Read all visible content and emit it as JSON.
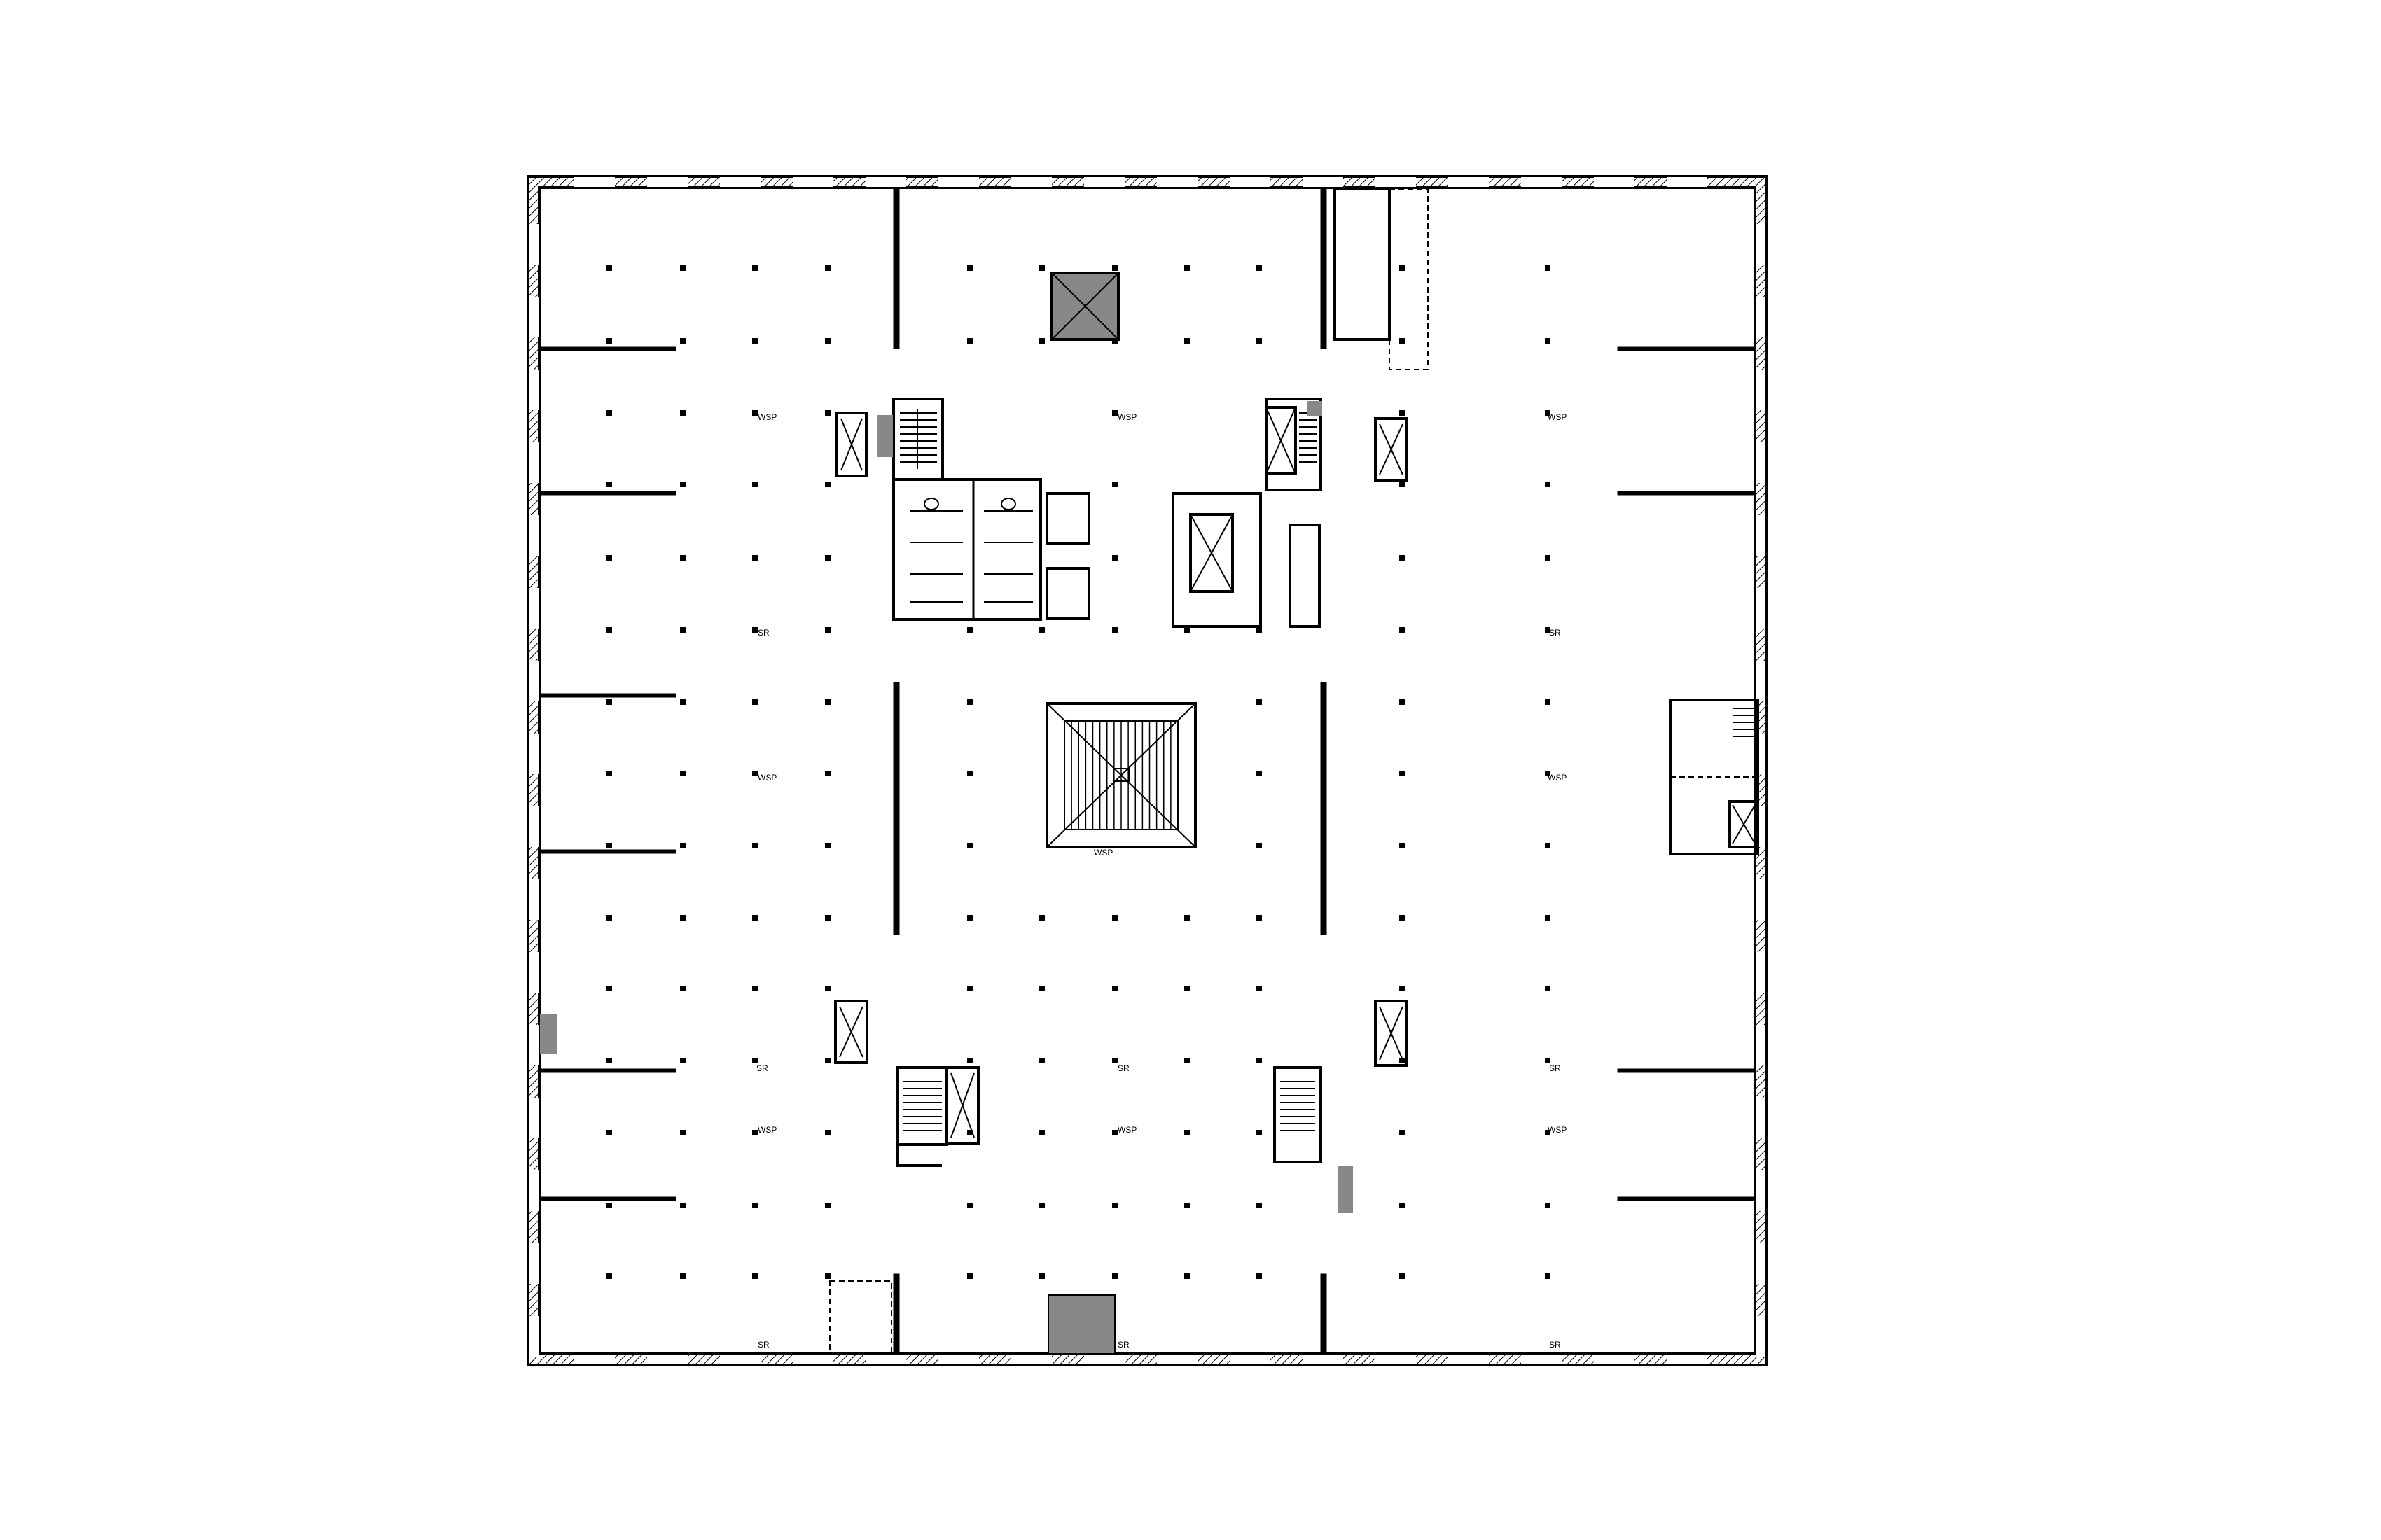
{
  "plan": {
    "colors": {
      "ink": "#000000",
      "fill": "#ffffff",
      "shade": "#888888",
      "hatch": "#000000"
    },
    "room_labels": [
      {
        "id": "wsp-nw",
        "text": "WSP"
      },
      {
        "id": "wsp-nc",
        "text": "WSP"
      },
      {
        "id": "wsp-ne",
        "text": "WSP"
      },
      {
        "id": "sr-w1",
        "text": "SR"
      },
      {
        "id": "sr-e1",
        "text": "SR"
      },
      {
        "id": "wsp-w2",
        "text": "WSP"
      },
      {
        "id": "wsp-e2",
        "text": "WSP"
      },
      {
        "id": "wsp-atrium",
        "text": "WSP"
      },
      {
        "id": "sr-w3",
        "text": "SR"
      },
      {
        "id": "sr-c3",
        "text": "SR"
      },
      {
        "id": "sr-e3",
        "text": "SR"
      },
      {
        "id": "wsp-w4",
        "text": "WSP"
      },
      {
        "id": "wsp-c4",
        "text": "WSP"
      },
      {
        "id": "wsp-e4",
        "text": "WSP"
      },
      {
        "id": "sr-sw",
        "text": "SR"
      },
      {
        "id": "sr-sc",
        "text": "SR"
      },
      {
        "id": "sr-se",
        "text": "SR"
      }
    ]
  }
}
